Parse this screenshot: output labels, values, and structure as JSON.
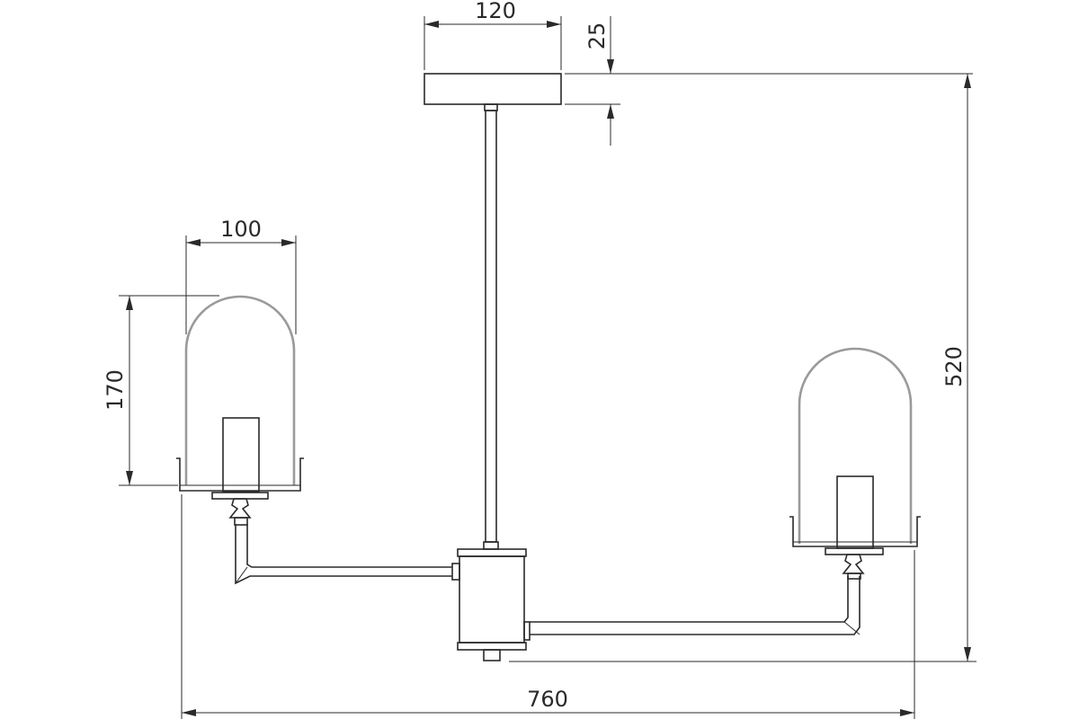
{
  "dimensions": {
    "canopy_width": "120",
    "canopy_height": "25",
    "shade_width": "100",
    "shade_height": "170",
    "total_height": "520",
    "total_width": "760"
  },
  "colors": {
    "line": "#2a2a2a",
    "shade_outline": "#9a9a9a",
    "background": "#ffffff"
  }
}
